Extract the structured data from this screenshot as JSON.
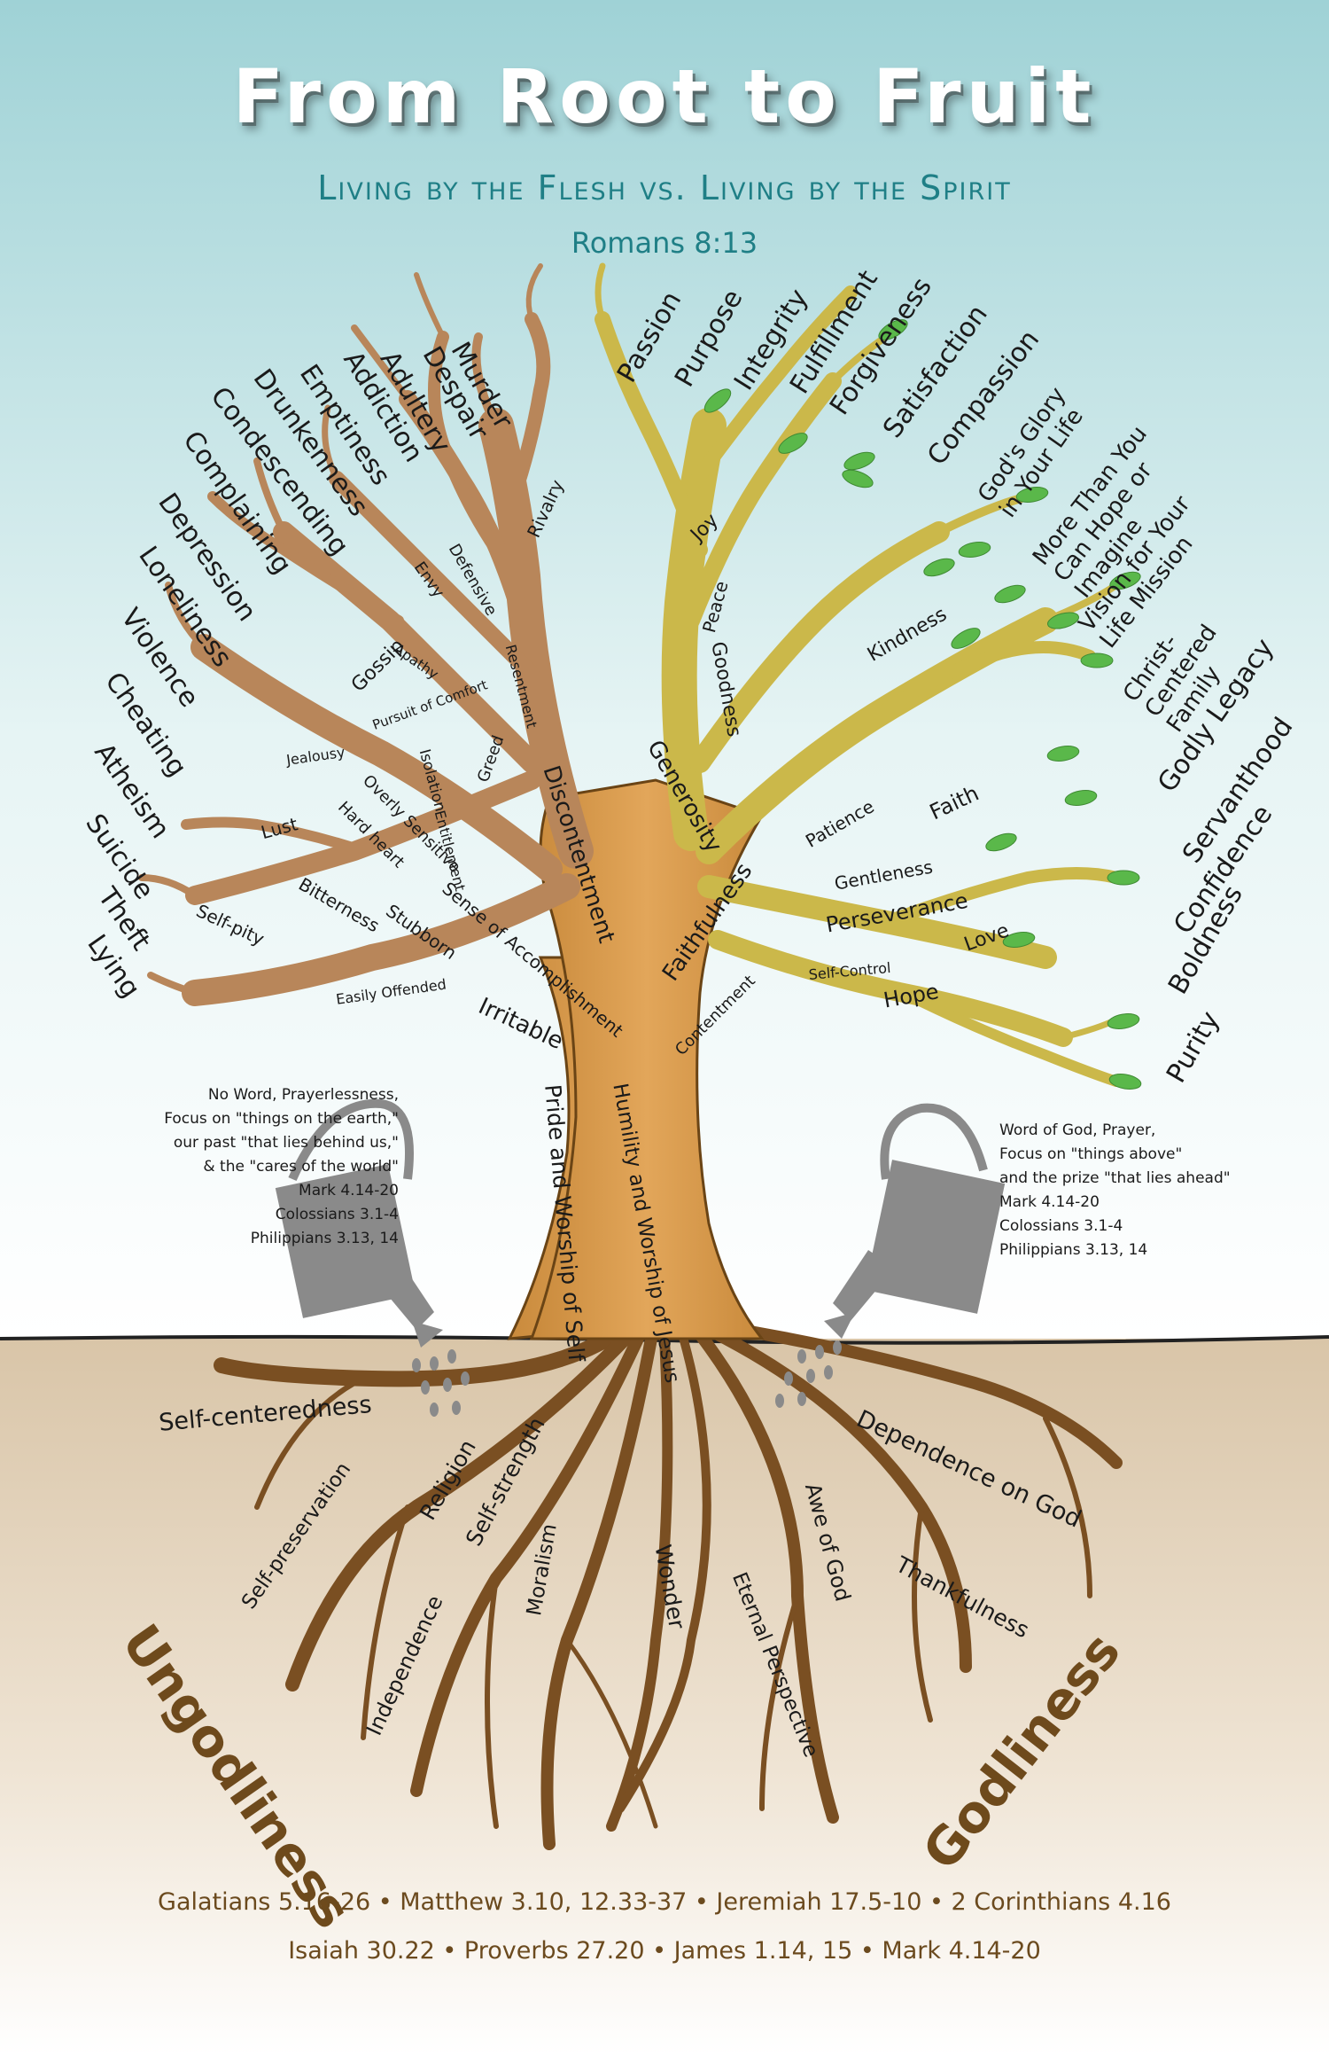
{
  "header": {
    "title": "From Root to Fruit",
    "subtitle": "Living by the Flesh vs. Living by the Spirit",
    "verse": "Romans 8:13"
  },
  "colors": {
    "sky_top": "#9fd2d6",
    "sky_bottom": "#ffffff",
    "soil_top": "#d9c5a8",
    "soil_bottom": "#ffffff",
    "trunk": "#d99a4a",
    "dead_branch": "#c4a080",
    "living_branch": "#c9c04a",
    "leaf": "#5ab84a",
    "title_teal": "#1f7f86",
    "root_brown": "#6e4a1c",
    "can_gray": "#8a8a8a"
  },
  "flesh_fruits": {
    "words": [
      "Murder",
      "Despair",
      "Adultery",
      "Addiction",
      "Emptiness",
      "Drunkenness",
      "Condescending",
      "Complaining",
      "Depression",
      "Loneliness",
      "Violence",
      "Cheating",
      "Atheism",
      "Suicide",
      "Theft",
      "Lying"
    ]
  },
  "spirit_fruits": {
    "words": [
      "Passion",
      "Purpose",
      "Integrity",
      "Fulfillment",
      "Forgiveness",
      "Satisfaction",
      "Compassion",
      "God's Glory in Your Life",
      "More Than You Can Hope or Imagine",
      "Vision for Your Life Mission",
      "Christ-Centered Family",
      "Godly Legacy",
      "Servanthood",
      "Confidence",
      "Boldness",
      "Purity"
    ]
  },
  "flesh_branches": {
    "labels": [
      "Rivalry",
      "Envy",
      "Defensive",
      "Apathy",
      "Resentment",
      "Gossip",
      "Pursuit of Comfort",
      "Jealousy",
      "Isolation",
      "Greed",
      "Overly Sensitive",
      "Hard heart",
      "Lust",
      "Entitlement",
      "Discontentment",
      "Bitterness",
      "Stubborn",
      "Self-pity",
      "Sense of Accomplishment",
      "Easily Offended",
      "Irritable"
    ]
  },
  "spirit_branches": {
    "labels": [
      "Joy",
      "Peace",
      "Kindness",
      "Goodness",
      "Generosity",
      "Faith",
      "Patience",
      "Gentleness",
      "Perseverance",
      "Love",
      "Faithfulness",
      "Self-Control",
      "Hope",
      "Contentment"
    ]
  },
  "trunk": {
    "left": "Pride and Worship of Self",
    "right": "Humility and Worship of Jesus"
  },
  "watering": {
    "left_lines": [
      "No Word, Prayerlessness,",
      "Focus on \"things on the earth,\"",
      "our past \"that lies behind us,\"",
      "& the \"cares of the world\"",
      "Mark 4.14-20",
      "Colossians 3.1-4",
      "Philippians 3.13, 14"
    ],
    "right_lines": [
      "Word of God, Prayer,",
      "Focus on \"things above\"",
      "and the prize \"that lies ahead\"",
      "Mark 4.14-20",
      "Colossians 3.1-4",
      "Philippians 3.13, 14"
    ]
  },
  "flesh_roots": {
    "labels": [
      "Self-centeredness",
      "Self-preservation",
      "Religion",
      "Self-strength",
      "Moralism",
      "Independence"
    ],
    "heading": "Ungodliness"
  },
  "spirit_roots": {
    "labels": [
      "Dependence on God",
      "Awe of God",
      "Thankfulness",
      "Wonder",
      "Eternal Perspective"
    ],
    "heading": "Godliness"
  },
  "references": {
    "line1": "Galatians 5.16-26 • Matthew 3.10, 12.33-37 • Jeremiah 17.5-10 • 2 Corinthians 4.16",
    "line2": "Isaiah 30.22 • Proverbs 27.20 • James 1.14, 15 • Mark 4.14-20"
  }
}
